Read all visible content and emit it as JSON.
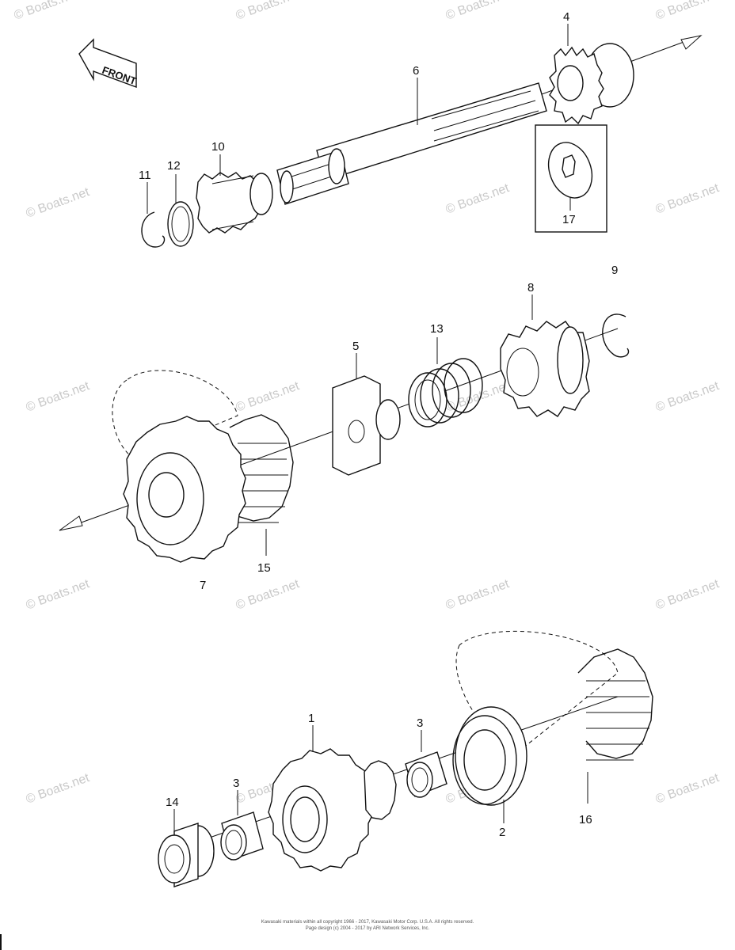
{
  "front_label": "FRONT",
  "watermark": "© Boats.net",
  "callouts": {
    "p1": "1",
    "p2": "2",
    "p3a": "3",
    "p3b": "3",
    "p4": "4",
    "p5": "5",
    "p6": "6",
    "p7": "7",
    "p8": "8",
    "p9": "9",
    "p10": "10",
    "p11": "11",
    "p12": "12",
    "p13": "13",
    "p14": "14",
    "p15": "15",
    "p16": "16",
    "p17": "17"
  },
  "copyright_line1": "Kawasaki materials within all copyright 1966 - 2017, Kawasaki Motor Corp. U.S.A.  All rights reserved.",
  "copyright_line2": "Page design (c) 2004 - 2017 by ARI Network Services, Inc."
}
